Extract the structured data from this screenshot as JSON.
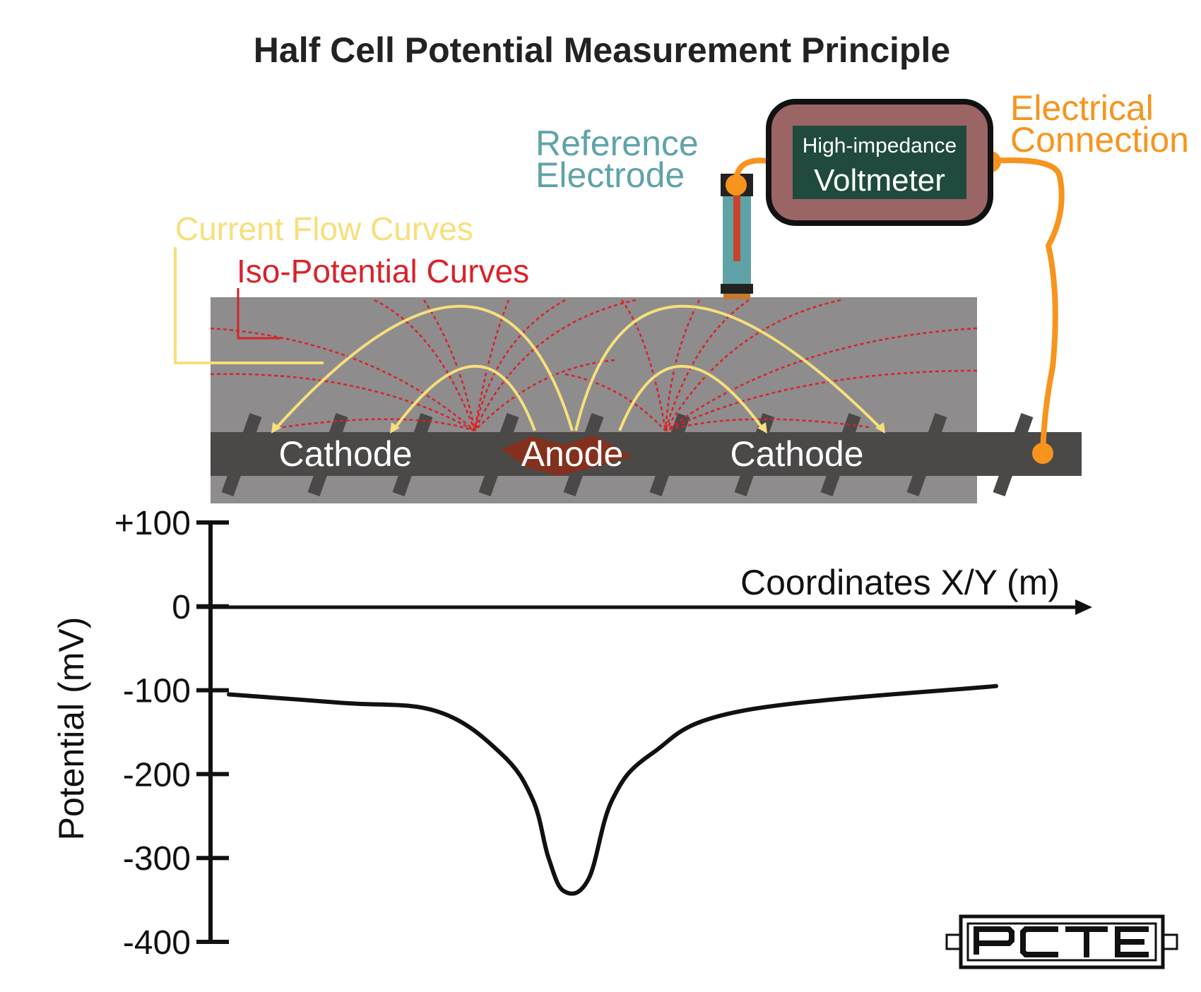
{
  "title": "Half Cell Potential Measurement Principle",
  "labels": {
    "reference_electrode": [
      "Reference",
      "Electrode"
    ],
    "voltmeter": [
      "High-impedance",
      "Voltmeter"
    ],
    "electrical_connection": [
      "Electrical",
      "Connection"
    ],
    "current_flow": "Current Flow Curves",
    "iso_potential": "Iso-Potential Curves",
    "cathode_left": "Cathode",
    "anode": "Anode",
    "cathode_right": "Cathode"
  },
  "colors": {
    "reference": "#5fa3a8",
    "electrical": "#f7941d",
    "current_flow": "#f7df7b",
    "iso_potential": "#d9222a",
    "concrete": "#8e8c8d",
    "rebar": "#4a4948",
    "voltmeter_frame": "#9b6565",
    "voltmeter_screen": "#1f4a3d",
    "anode": "#8b2d1a"
  },
  "chart_data": {
    "type": "line",
    "xlabel": "Coordinates X/Y (m)",
    "ylabel": "Potential (mV)",
    "ylim": [
      -400,
      100
    ],
    "yticks": [
      "+100",
      "0",
      "-100",
      "-200",
      "-300",
      "-400"
    ],
    "ytick_values": [
      100,
      0,
      -100,
      -200,
      -300,
      -400
    ],
    "series": [
      {
        "x": [
          0,
          1.4,
          2.6,
          3.4,
          3.8,
          4.0,
          4.2,
          4.5,
          4.8,
          5.3,
          6.4,
          9.6
        ],
        "values": [
          -105,
          -115,
          -125,
          -175,
          -230,
          -300,
          -340,
          -325,
          -230,
          -175,
          -125,
          -95
        ]
      }
    ]
  },
  "logo": "PCTE"
}
